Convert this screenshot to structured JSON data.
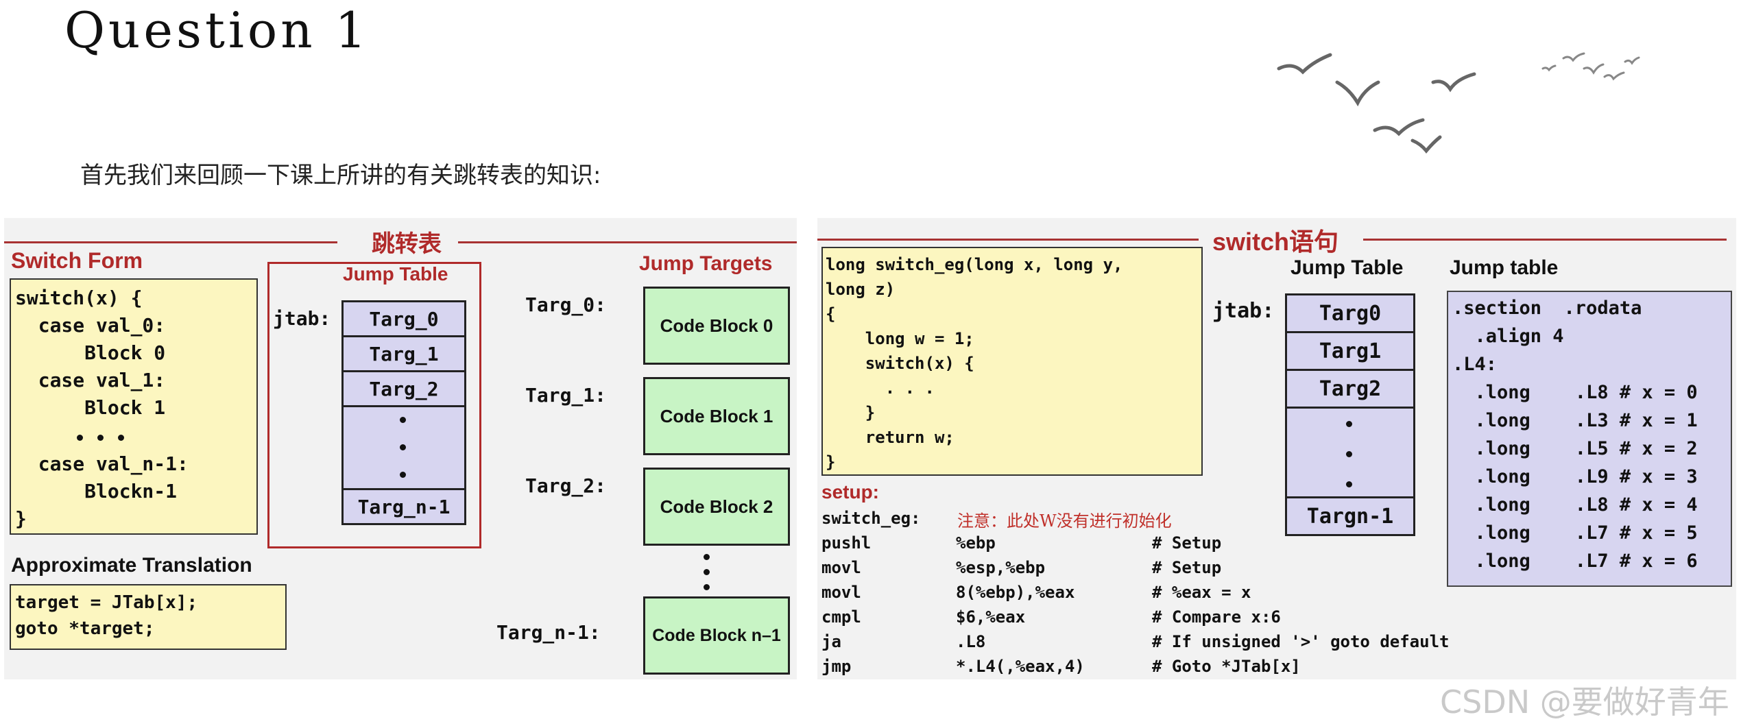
{
  "page": {
    "title": "Question  1",
    "intro": "首先我们来回顾一下课上所讲的有关跳转表的知识:"
  },
  "left_panel": {
    "banner": "跳转表",
    "switch_form": {
      "heading": "Switch Form",
      "lines": [
        "switch(x) {",
        "  case val_0:",
        "      Block 0",
        "  case val_1:",
        "      Block 1",
        "",
        "  case val_n-1:",
        "      Blockn-1",
        "}"
      ]
    },
    "jump_table": {
      "heading": "Jump Table",
      "label": "jtab:",
      "entries": [
        "Targ_0",
        "Targ_1",
        "Targ_2"
      ],
      "last_entry": "Targ_n-1"
    },
    "jump_targets": {
      "heading": "Jump Targets",
      "items": [
        {
          "label": "Targ_0:",
          "block": "Code Block 0"
        },
        {
          "label": "Targ_1:",
          "block": "Code Block 1"
        },
        {
          "label": "Targ_2:",
          "block": "Code Block 2"
        },
        {
          "label": "Targ_n-1:",
          "block": "Code Block n–1"
        }
      ]
    },
    "approx": {
      "heading": "Approximate Translation",
      "lines": [
        "target = JTab[x];",
        "goto *target;"
      ]
    }
  },
  "right_panel": {
    "banner": "switch语句",
    "code": [
      "long switch_eg(long x, long y,",
      "long z)",
      "{",
      "    long w = 1;",
      "    switch(x) {",
      "      . . .",
      "    }",
      "    return w;",
      "}"
    ],
    "setup_heading": "setup:",
    "switch_label": "switch_eg:",
    "note": "注意：此处W没有进行初始化",
    "asm": [
      {
        "op": "pushl",
        "args": "%ebp",
        "comment": "# Setup"
      },
      {
        "op": "movl",
        "args": "%esp,%ebp",
        "comment": "# Setup"
      },
      {
        "op": "movl",
        "args": "8(%ebp),%eax",
        "comment": "# %eax = x"
      },
      {
        "op": "cmpl",
        "args": "$6,%eax",
        "comment": "# Compare x:6"
      },
      {
        "op": "ja",
        "args": ".L8",
        "comment": "# If unsigned '>' goto default"
      },
      {
        "op": "jmp",
        "args": "*.L4(,%eax,4)",
        "comment": "# Goto *JTab[x]"
      }
    ],
    "jump_table": {
      "heading": "Jump Table",
      "label": "jtab:",
      "entries": [
        "Targ0",
        "Targ1",
        "Targ2"
      ],
      "last_entry": "Targn-1"
    },
    "jump_table_asm": {
      "heading": "Jump table",
      "lines": [
        ".section  .rodata",
        "  .align 4",
        ".L4:",
        "  .long    .L8 # x = 0",
        "  .long    .L3 # x = 1",
        "  .long    .L5 # x = 2",
        "  .long    .L9 # x = 3",
        "  .long    .L8 # x = 4",
        "  .long    .L7 # x = 5",
        "  .long    .L7 # x = 6"
      ]
    }
  },
  "watermark": "CSDN @要做好青年"
}
